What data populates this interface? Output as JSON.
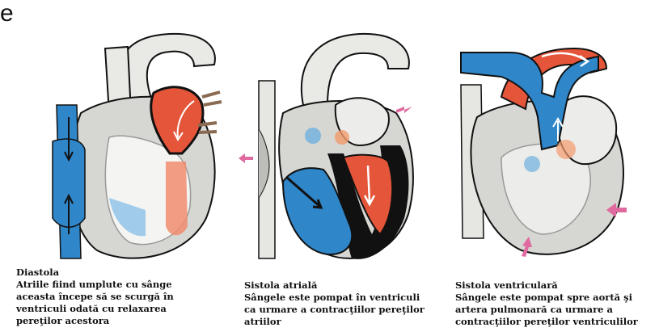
{
  "corner_letter": "e",
  "panels": [
    {
      "title": "Diastola",
      "lines": [
        "Atriile fiind umplute cu sânge",
        "aceasta începe să se scurgă în",
        "ventriculi odată cu relaxarea",
        "pereţilor acestora"
      ]
    },
    {
      "title": "Sistola atrială",
      "lines": [
        "Sângele este pompat în ventriculi",
        "ca urmare a contracţiilor pereţilor",
        "atriilor"
      ]
    },
    {
      "title": "Sistola ventriculară",
      "lines": [
        "Sângele este pompat spre aortă şi",
        "artera pulmonară ca urmare a",
        "contracţiilor pereţilor ventriculilor"
      ]
    }
  ],
  "colors": {
    "oxygen_poor_blood": "#2f86c9",
    "oxygen_rich_blood": "#e4553a",
    "heart_wall": "#d6d6d2",
    "outline": "#111111",
    "contraction_arrow": "#e06aa0"
  }
}
